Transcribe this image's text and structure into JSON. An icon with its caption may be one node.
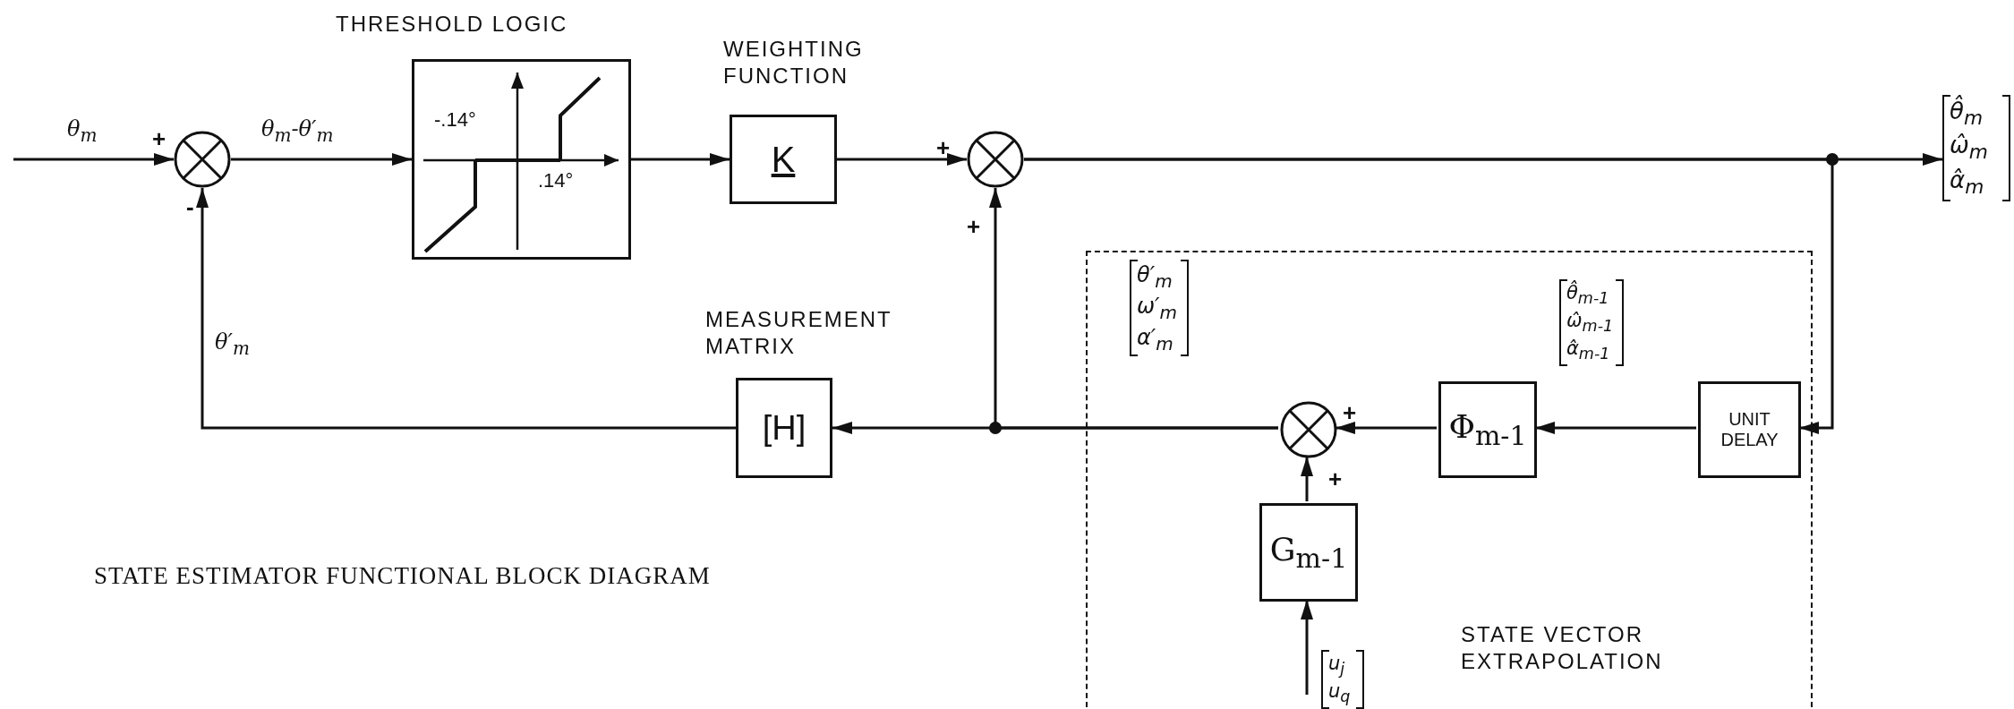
{
  "diagram": {
    "caption": "STATE ESTIMATOR FUNCTIONAL BLOCK DIAGRAM",
    "nodes": [
      {
        "text": [],
        "shape": "circle"
      },
      {
        "text": [
          "THRESHOLD LOGIC",
          "-.14°",
          ".14°"
        ]
      },
      {
        "text": [
          "WEIGHTING FUNCTION",
          "K"
        ]
      },
      {
        "text": [],
        "shape": "circle"
      },
      {
        "text": [
          "θ̂$_{m}$ ω̂$_{m}$ α̂$_{m}$"
        ]
      },
      {
        "text": [
          "MEASUREMENT MATRIX",
          "[H]"
        ]
      },
      {
        "text": [
          "STATE VECTOR EXTRAPOLATION"
        ]
      },
      {
        "text": [],
        "shape": "circle",
        "in": 6
      },
      {
        "text": [
          "Φ$_{m-1}$"
        ],
        "in": 6
      },
      {
        "text": [
          "UNIT DELAY"
        ],
        "in": 6
      },
      {
        "text": [
          "G$_{m-1}$"
        ],
        "in": 6
      }
    ],
    "edges": [
      {
        "from": null,
        "to": 0,
        "arrow": "to",
        "label": "θ$_{m}$"
      },
      {
        "from": 0,
        "to": 1,
        "arrow": "to",
        "label": "θ$_{m}$-θ′$_{m}$"
      },
      {
        "from": 1,
        "to": 2,
        "arrow": "to"
      },
      {
        "from": 2,
        "to": 3,
        "arrow": "to"
      },
      {
        "from": 3,
        "to": 4,
        "arrow": "to"
      },
      {
        "from": 3,
        "to": 9,
        "arrow": "to"
      },
      {
        "from": 9,
        "to": 8,
        "arrow": "to",
        "label": "θ̂$_{m-1}$ ω̂$_{m-1}$ α̂$_{m-1}$"
      },
      {
        "from": 8,
        "to": 7,
        "arrow": "to"
      },
      {
        "from": 10,
        "to": 7,
        "arrow": "to"
      },
      {
        "from": null,
        "to": 10,
        "arrow": "to",
        "label": "u$_{j}$ u$_{q}$"
      },
      {
        "from": 7,
        "to": 5,
        "arrow": "to",
        "label": "θ′$_{m}$ ω′$_{m}$ α′$_{m}$"
      },
      {
        "from": 7,
        "to": 3,
        "arrow": "to"
      },
      {
        "from": 5,
        "to": 0,
        "arrow": "to",
        "label": "θ′$_{m}$"
      }
    ],
    "labels": [
      "+",
      "+",
      "-",
      "+",
      "+",
      "+"
    ]
  }
}
